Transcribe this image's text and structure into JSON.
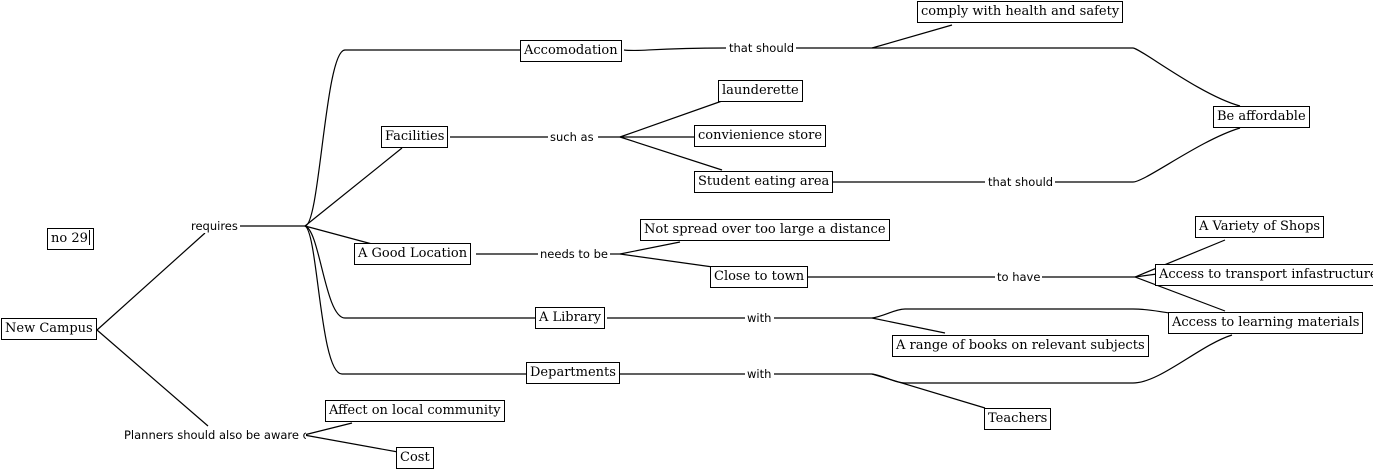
{
  "nodes": {
    "new_campus": "New Campus",
    "no29": "no 29",
    "accomodation": "Accomodation",
    "facilities": "Facilities",
    "good_location": "A Good Location",
    "library": "A Library",
    "departments": "Departments",
    "health_safety": "comply with health and safety",
    "launderette": "launderette",
    "convenience_store": "convienience store",
    "student_eating": "Student eating area",
    "affordable": "Be affordable",
    "not_spread": "Not spread over too large a distance",
    "close_town": "Close to town",
    "variety_shops": "A Variety of Shops",
    "transport": "Access to transport infastructure",
    "learning_materials": "Access to learning materials",
    "range_books": "A range of books on relevant subjects",
    "teachers": "Teachers",
    "affect_community": "Affect on local community",
    "cost": "Cost"
  },
  "links": {
    "requires": "requires",
    "planners": "Planners should also be aware c",
    "that_should_1": "that should",
    "such_as": "such as",
    "that_should_2": "that should",
    "needs_to_be": "needs to be",
    "to_have": "to have",
    "with_library": "with",
    "with_departments": "with"
  }
}
